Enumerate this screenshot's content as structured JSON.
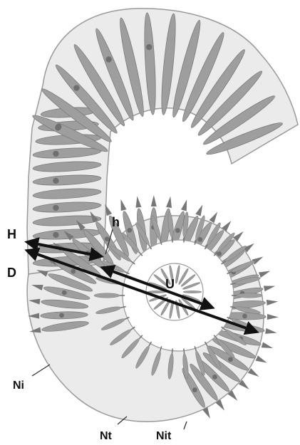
{
  "figure": {
    "labels": {
      "H": "H",
      "D": "D",
      "h": "h",
      "U": "U",
      "Ni": "Ni",
      "Nt": "Nt",
      "Nit": "Nit"
    },
    "colors": {
      "body_fill": "#ebebeb",
      "body_stroke": "#9a9a9a",
      "segment_fill": "#9e9e9e",
      "segment_stroke": "#7a7a7a",
      "dot": "#6f6f6f",
      "spine": "#777777",
      "arrow": "#111111"
    }
  }
}
